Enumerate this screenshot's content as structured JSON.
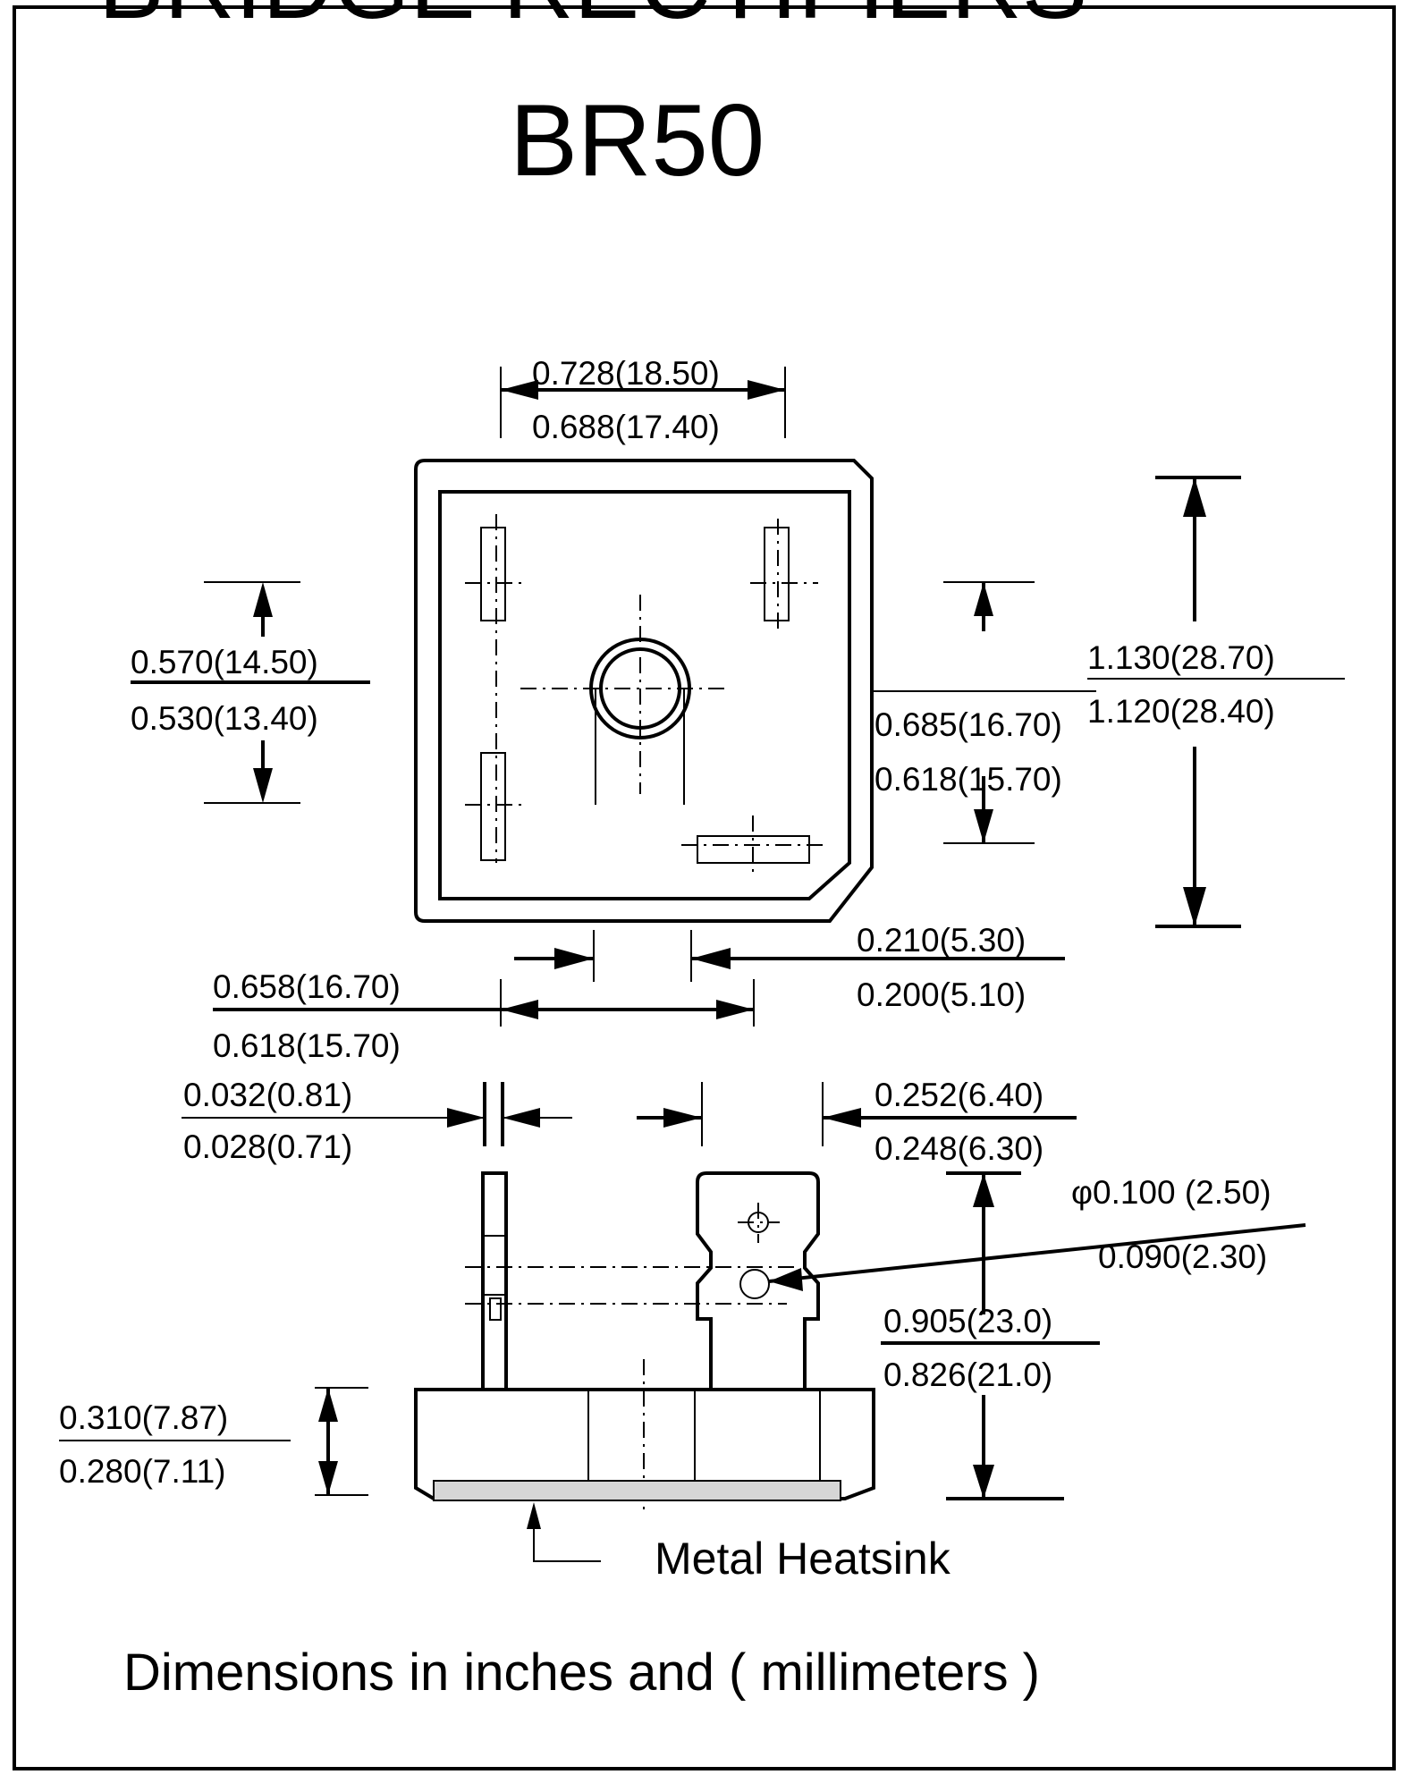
{
  "header": {
    "top_title_cut": "BRIDGE RECTIFIERS",
    "part_number": "BR50"
  },
  "dimensions": {
    "width_top": {
      "max": "0.728(18.50)",
      "min": "0.688(17.40)"
    },
    "left_pitch": {
      "max": "0.570(14.50)",
      "min": "0.530(13.40)"
    },
    "body_height": {
      "max": "1.130(28.70)",
      "min": "1.120(28.40)"
    },
    "right_pitch": {
      "max": "0.685(16.70)",
      "min": "0.618(15.70)"
    },
    "lead_gap": {
      "max": "0.210(5.30)",
      "min": "0.200(5.10)"
    },
    "lead_span": {
      "max": "0.658(16.70)",
      "min": "0.618(15.70)"
    },
    "lead_thickness": {
      "max": "0.032(0.81)",
      "min": "0.028(0.71)"
    },
    "lead_width": {
      "max": "0.252(6.40)",
      "min": "0.248(6.30)"
    },
    "hole_diameter": {
      "max": "φ0.100 (2.50)",
      "min": "0.090(2.30)"
    },
    "lead_length": {
      "max": "0.905(23.0)",
      "min": "0.826(21.0)"
    },
    "base_height": {
      "max": "0.310(7.87)",
      "min": "0.280(7.11)"
    }
  },
  "labels": {
    "heatsink": "Metal Heatsink",
    "units_note": "Dimensions in inches and ( millimeters )"
  }
}
